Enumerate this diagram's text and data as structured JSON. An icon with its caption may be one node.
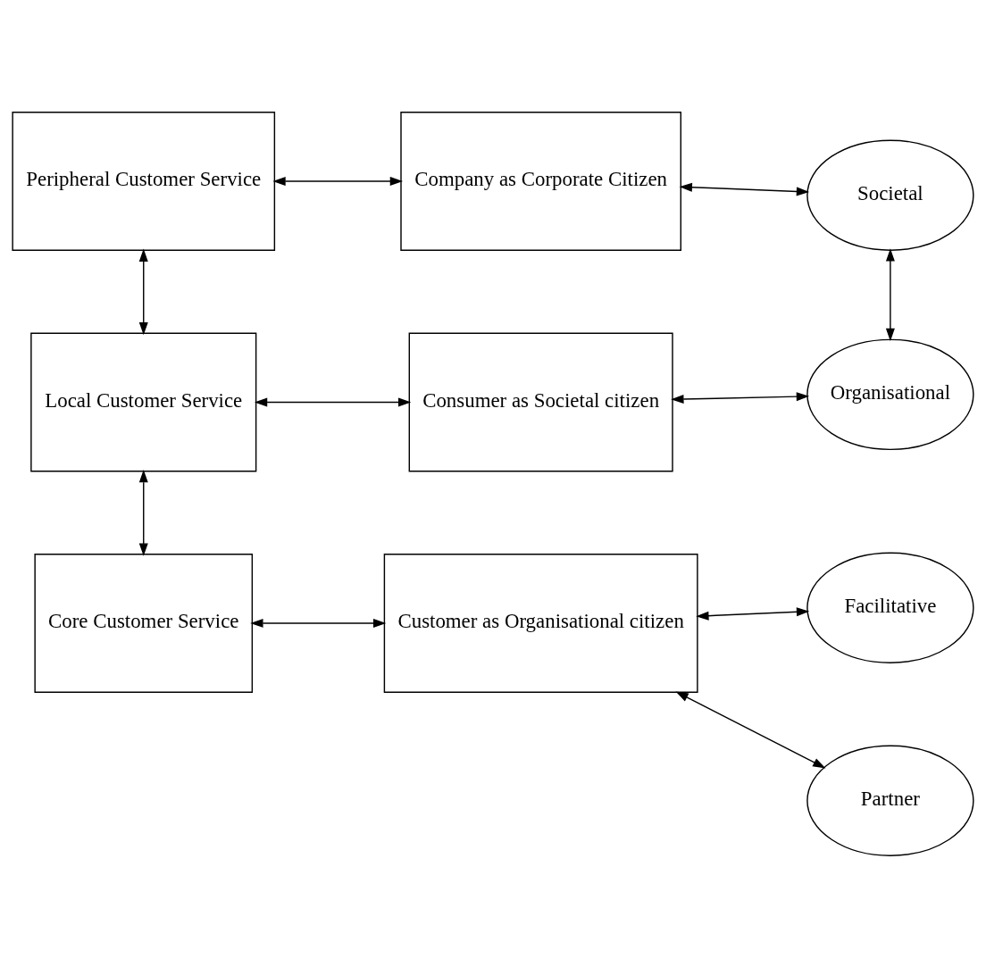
{
  "diagram": {
    "nodes": [
      {
        "text": [
          "Peripheral Customer Service"
        ]
      },
      {
        "text": [
          "Company as Corporate Citizen"
        ]
      },
      {
        "text": [
          "Societal"
        ]
      },
      {
        "text": [
          "Local Customer Service"
        ]
      },
      {
        "text": [
          "Consumer as Societal citizen"
        ]
      },
      {
        "text": [
          "Organisational"
        ]
      },
      {
        "text": [
          "Core Customer Service"
        ]
      },
      {
        "text": [
          "Customer as Organisational citizen"
        ]
      },
      {
        "text": [
          "Facilitative"
        ]
      },
      {
        "text": [
          "Partner"
        ]
      }
    ],
    "edges": [
      {
        "from": 0,
        "to": 1,
        "arrow": "both"
      },
      {
        "from": 1,
        "to": 2,
        "arrow": "both"
      },
      {
        "from": 0,
        "to": 3,
        "arrow": "both"
      },
      {
        "from": 2,
        "to": 5,
        "arrow": "both"
      },
      {
        "from": 3,
        "to": 4,
        "arrow": "both"
      },
      {
        "from": 4,
        "to": 5,
        "arrow": "both"
      },
      {
        "from": 3,
        "to": 6,
        "arrow": "both"
      },
      {
        "from": 6,
        "to": 7,
        "arrow": "both"
      },
      {
        "from": 7,
        "to": 8,
        "arrow": "both"
      },
      {
        "from": 7,
        "to": 9,
        "arrow": "both"
      }
    ]
  }
}
